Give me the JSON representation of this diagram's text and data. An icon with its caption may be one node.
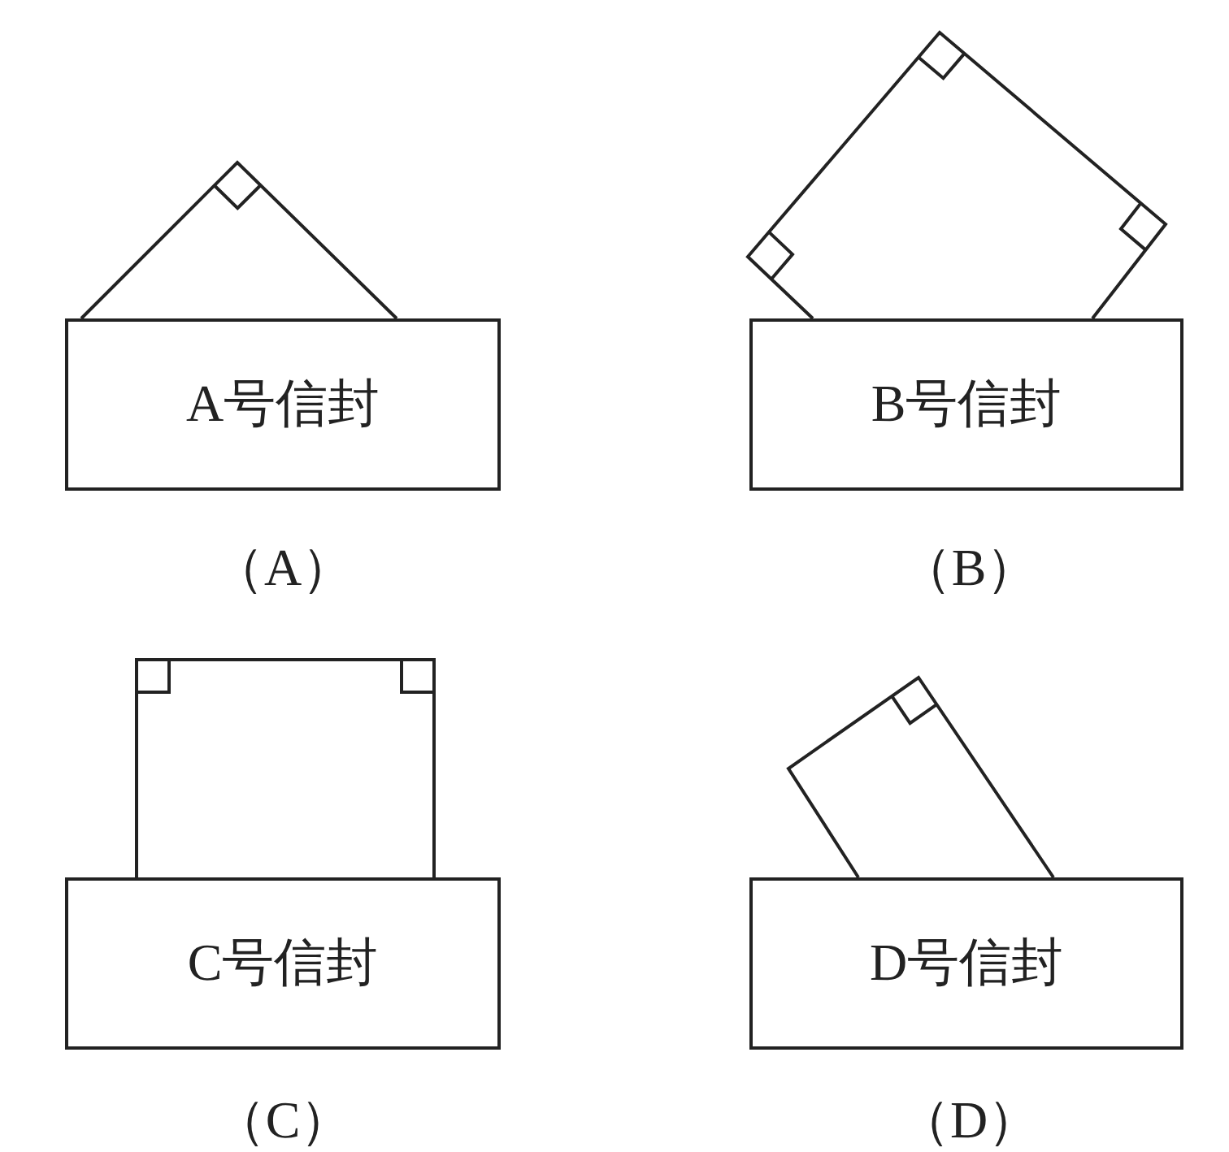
{
  "diagram": {
    "nodes": [
      {
        "text": [
          "A号信封"
        ]
      },
      {
        "text": [
          "B号信封"
        ]
      },
      {
        "text": [
          "C号信封"
        ]
      },
      {
        "text": [
          "D号信封"
        ]
      }
    ],
    "labels": [
      "（A）",
      "（B）",
      "（C）",
      "（D）"
    ]
  }
}
